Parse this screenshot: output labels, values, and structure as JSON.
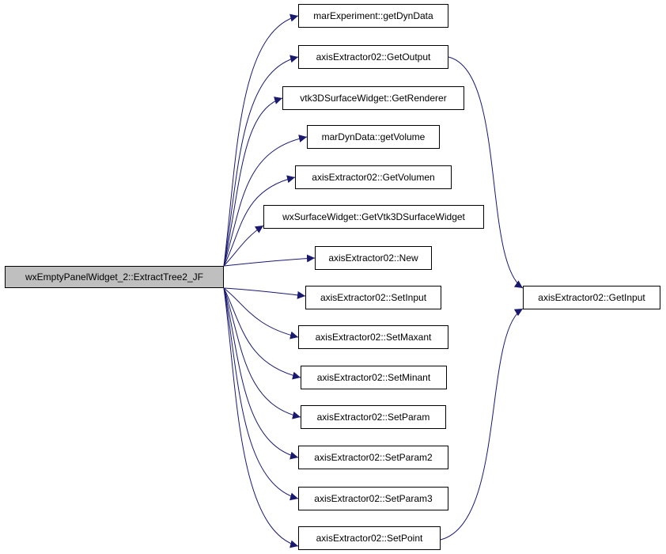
{
  "colors": {
    "edge": "#191970",
    "root_fill": "#bfbfbf",
    "node_fill": "#ffffff",
    "border": "#000000"
  },
  "root": {
    "label": "wxEmptyPanelWidget_2::ExtractTree2_JF"
  },
  "callees": [
    {
      "label": "marExperiment::getDynData"
    },
    {
      "label": "axisExtractor02::GetOutput"
    },
    {
      "label": "vtk3DSurfaceWidget::GetRenderer"
    },
    {
      "label": "marDynData::getVolume"
    },
    {
      "label": "axisExtractor02::GetVolumen"
    },
    {
      "label": "wxSurfaceWidget::GetVtk3DSurfaceWidget"
    },
    {
      "label": "axisExtractor02::New"
    },
    {
      "label": "axisExtractor02::SetInput"
    },
    {
      "label": "axisExtractor02::SetMaxant"
    },
    {
      "label": "axisExtractor02::SetMinant"
    },
    {
      "label": "axisExtractor02::SetParam"
    },
    {
      "label": "axisExtractor02::SetParam2"
    },
    {
      "label": "axisExtractor02::SetParam3"
    },
    {
      "label": "axisExtractor02::SetPoint"
    }
  ],
  "secondary": {
    "label": "axisExtractor02::GetInput"
  }
}
